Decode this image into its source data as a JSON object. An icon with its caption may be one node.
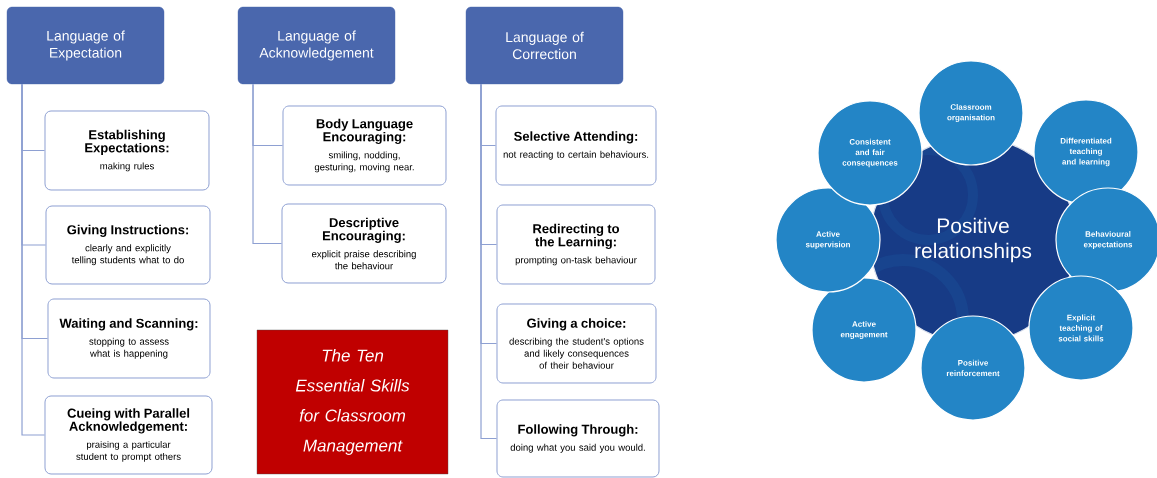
{
  "diagram": {
    "nodes": [
      {
        "text": [
          "Language of Expectation"
        ]
      },
      {
        "text": [
          "Establishing Expectations:",
          "making rules"
        ]
      },
      {
        "text": [
          "Giving Instructions:",
          "clearly and explicitly telling students what to do"
        ]
      },
      {
        "text": [
          "Waiting and Scanning:",
          "stopping to assess what is happening"
        ]
      },
      {
        "text": [
          "Cueing with Parallel Acknowledgement:",
          "praising a particular student to prompt others"
        ]
      },
      {
        "text": [
          "Language of Acknowledgement"
        ]
      },
      {
        "text": [
          "Body Language Encouraging:",
          "smiling, nodding, gesturing, moving near."
        ]
      },
      {
        "text": [
          "Descriptive Encouraging:",
          "explicit praise describing the behaviour"
        ]
      },
      {
        "text": [
          "Language of Correction"
        ]
      },
      {
        "text": [
          "Selective Attending:",
          "not reacting to certain behaviours."
        ]
      },
      {
        "text": [
          "Redirecting to the Learning:",
          "prompting on-task behaviour"
        ]
      },
      {
        "text": [
          "Giving a choice:",
          "describing the student's options and likely consequences of their behaviour"
        ]
      },
      {
        "text": [
          "Following Through:",
          "doing what you said you would."
        ]
      },
      {
        "text": [
          "The Ten Essential Skills for Classroom Management"
        ]
      },
      {
        "text": [
          "Positive relationships"
        ]
      },
      {
        "text": [
          "Classroom organisation"
        ]
      },
      {
        "text": [
          "Differentiated teaching and learning"
        ]
      },
      {
        "text": [
          "Behavioural expectations"
        ]
      },
      {
        "text": [
          "Explicit teaching of social skills"
        ]
      },
      {
        "text": [
          "Positive reinforcement"
        ]
      },
      {
        "text": [
          "Active engagement"
        ]
      },
      {
        "text": [
          "Active supervision"
        ]
      },
      {
        "text": [
          "Consistent and fair consequences"
        ]
      }
    ],
    "edges": [
      {
        "from": 0,
        "to": 1,
        "arrow": "none"
      },
      {
        "from": 0,
        "to": 2,
        "arrow": "none"
      },
      {
        "from": 0,
        "to": 3,
        "arrow": "none"
      },
      {
        "from": 0,
        "to": 4,
        "arrow": "none"
      },
      {
        "from": 5,
        "to": 6,
        "arrow": "none"
      },
      {
        "from": 5,
        "to": 7,
        "arrow": "none"
      },
      {
        "from": 8,
        "to": 9,
        "arrow": "none"
      },
      {
        "from": 8,
        "to": 10,
        "arrow": "none"
      },
      {
        "from": 8,
        "to": 11,
        "arrow": "none"
      },
      {
        "from": 8,
        "to": 12,
        "arrow": "none"
      }
    ]
  }
}
